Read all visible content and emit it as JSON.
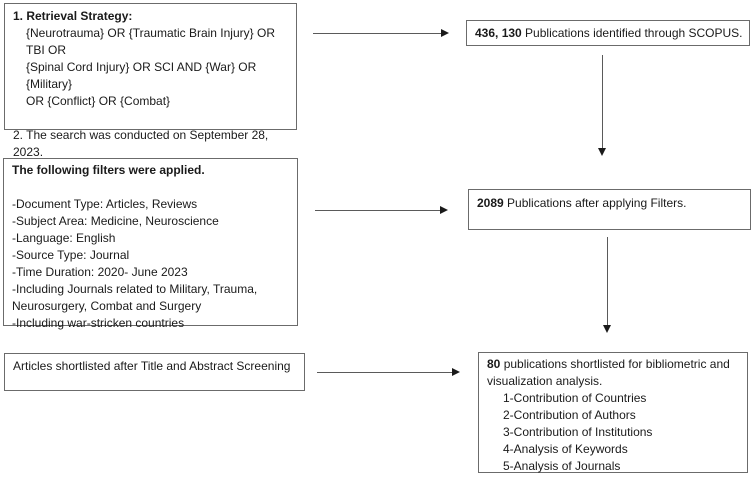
{
  "diagram": {
    "background_color": "#ffffff",
    "box_border_color": "#6b6b6b",
    "arrow_color": "#5a5a5a",
    "retrieval": {
      "heading": "1. Retrieval Strategy:",
      "query_lines": [
        "{Neurotrauma} OR {Traumatic Brain Injury} OR TBI OR",
        "{Spinal Cord Injury} OR SCI AND {War} OR {Military}",
        "OR {Conflict} OR {Combat}"
      ],
      "note": "2. The search was conducted on September 28, 2023."
    },
    "identified": {
      "count": "436, 130",
      "text": " Publications identified through SCOPUS."
    },
    "filters": {
      "heading": "The following filters were applied.",
      "lines": [
        "-Document Type: Articles, Reviews",
        "-Subject Area: Medicine, Neuroscience",
        "-Language: English",
        "-Source Type: Journal",
        "-Time Duration: 2020- June 2023",
        "-Including Journals related to Military, Trauma,",
        "Neurosurgery, Combat and Surgery",
        "-Including war-stricken countries"
      ]
    },
    "filtered": {
      "count": "2089",
      "text": " Publications after applying Filters."
    },
    "screening": {
      "text": "Articles shortlisted after Title and Abstract Screening"
    },
    "final": {
      "count": "80",
      "intro_rest": " publications shortlisted for bibliometric and",
      "intro_line2": "visualization analysis.",
      "items": [
        "1-Contribution of Countries",
        "2-Contribution of Authors",
        "3-Contribution of Institutions",
        "4-Analysis of Keywords",
        "5-Analysis of Journals"
      ]
    }
  }
}
